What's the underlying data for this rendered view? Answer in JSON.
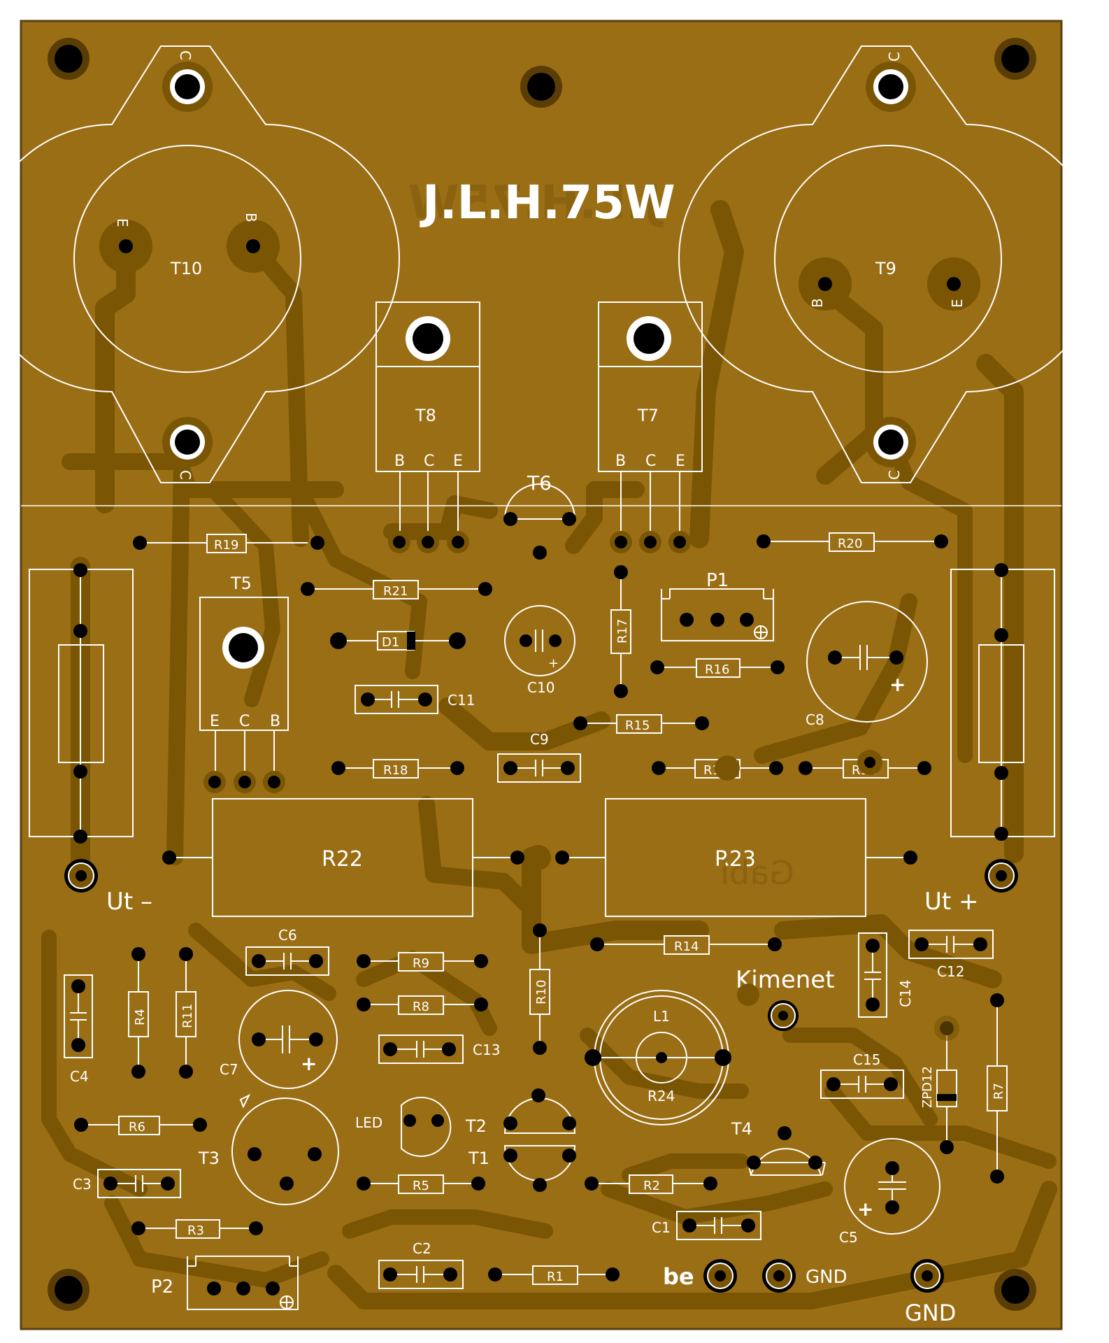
{
  "board": {
    "title": "J.L.H.75W",
    "mirror_title": "J.L.H.75W",
    "signature": "Gabi",
    "colors": {
      "board": "#9a6e14",
      "copper": "#7a5503",
      "silk": "#ffffff",
      "hole": "#000000",
      "edge": "#5a4010"
    }
  },
  "power_transistors": [
    {
      "id": "t10",
      "label": "T10",
      "left_pin": "E",
      "right_pin": "B",
      "case_top": "C",
      "case_bottom": "C"
    },
    {
      "id": "t9",
      "label": "T9",
      "left_pin": "B",
      "right_pin": "E",
      "case_top": "C",
      "case_bottom": "C"
    }
  ],
  "to220_transistors": [
    {
      "id": "t8",
      "label": "T8",
      "pins": [
        "B",
        "C",
        "E"
      ]
    },
    {
      "id": "t7",
      "label": "T7",
      "pins": [
        "B",
        "C",
        "E"
      ]
    },
    {
      "id": "t5",
      "label": "T5",
      "pins": [
        "E",
        "C",
        "B"
      ]
    }
  ],
  "resistors": [
    "R19",
    "R21",
    "R20",
    "R17",
    "R16",
    "R15",
    "R18",
    "R13",
    "R12",
    "R14",
    "R9",
    "R8",
    "R10",
    "R4",
    "R11",
    "R6",
    "R5",
    "R2",
    "R3",
    "R1",
    "R7"
  ],
  "big_resistors": [
    "R22",
    "R23",
    "R24"
  ],
  "capacitors": [
    "C11",
    "C9",
    "C6",
    "C13",
    "C12",
    "C14",
    "C15",
    "C4",
    "C3",
    "C2",
    "C1"
  ],
  "electrolytics": [
    "C10",
    "C8",
    "C7",
    "C5"
  ],
  "semis": {
    "diode": "D1",
    "zener": "ZPD12",
    "led": "LED",
    "t6": "T6",
    "t4": "T4",
    "t3": "T3",
    "t2": "T2",
    "t1": "T1",
    "inductor": "L1"
  },
  "pots": {
    "p1": "P1",
    "p2": "P2"
  },
  "connectors": {
    "ut_minus": "Ut –",
    "ut_plus": "Ut +",
    "output": "Kimenet",
    "input": "be",
    "gnd_small": "GND",
    "gnd_large": "GND"
  }
}
